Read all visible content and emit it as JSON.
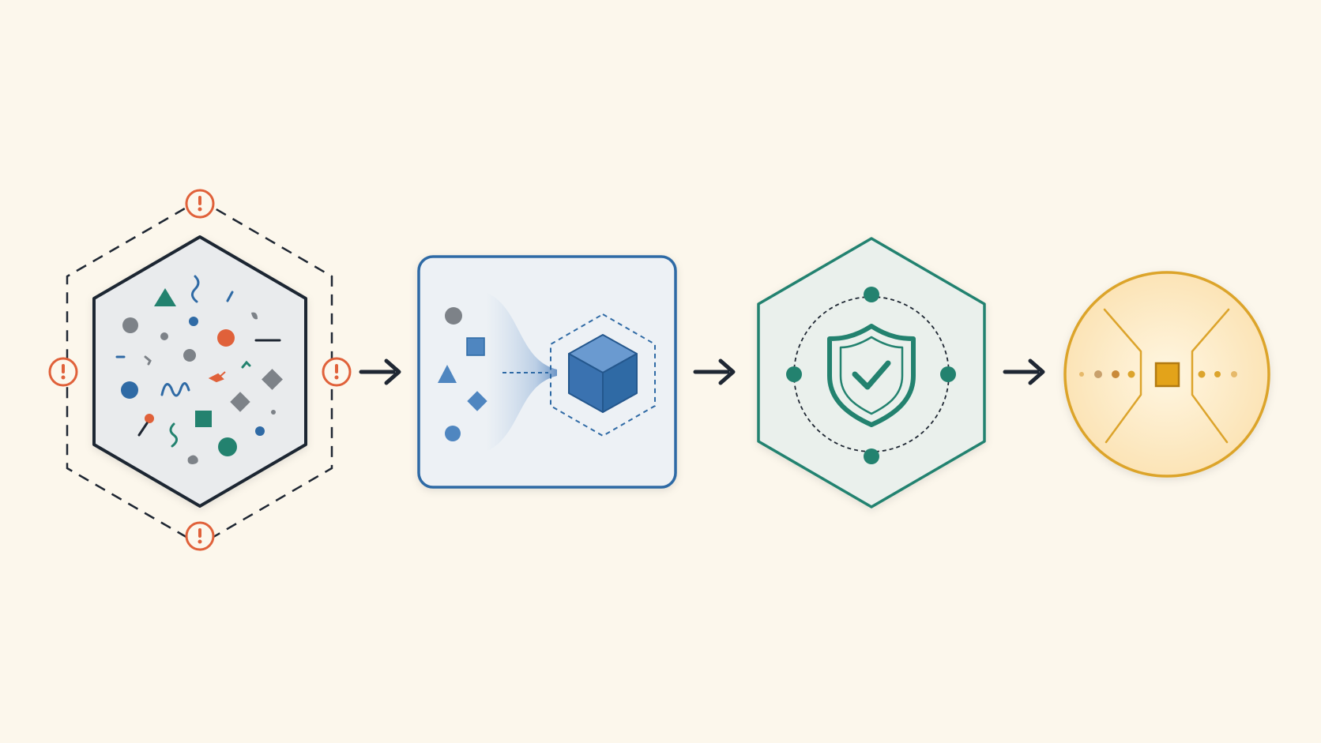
{
  "diagram": {
    "background": "#fcf7ec",
    "flow": [
      "chaos-stage",
      "encapsulation-stage",
      "protection-stage",
      "focus-stage"
    ],
    "colors": {
      "ink": "#1f2733",
      "warning": "#e0613a",
      "blue": "#2f6aa5",
      "blue_light": "#5b93c9",
      "teal": "#23826f",
      "gold": "#dca42c",
      "gold_fill": "#fbe7bf",
      "gray": "#7d8288",
      "panel_fill": "#e9ebed",
      "panel_fill_blue": "#edf1f5",
      "panel_fill_teal": "#eaf0ec"
    },
    "icons": {
      "warning": "exclamation-circle-icon",
      "arrow": "arrow-right-icon",
      "cube": "cube-icon",
      "shield": "shield-check-icon",
      "focus": "square-icon"
    },
    "stages": [
      {
        "id": "chaos",
        "shape": "hexagon",
        "warnings": 4,
        "border": "dashed-hexagon"
      },
      {
        "id": "encapsulation",
        "shape": "rounded-square",
        "inputs": [
          "circle",
          "square",
          "triangle",
          "diamond",
          "circle"
        ],
        "output": "cube"
      },
      {
        "id": "protection",
        "shape": "hexagon",
        "orbit_nodes": 4,
        "center": "shield-check"
      },
      {
        "id": "focus",
        "shape": "circle",
        "left_dots": 4,
        "right_dots": 3,
        "center": "square"
      }
    ]
  }
}
